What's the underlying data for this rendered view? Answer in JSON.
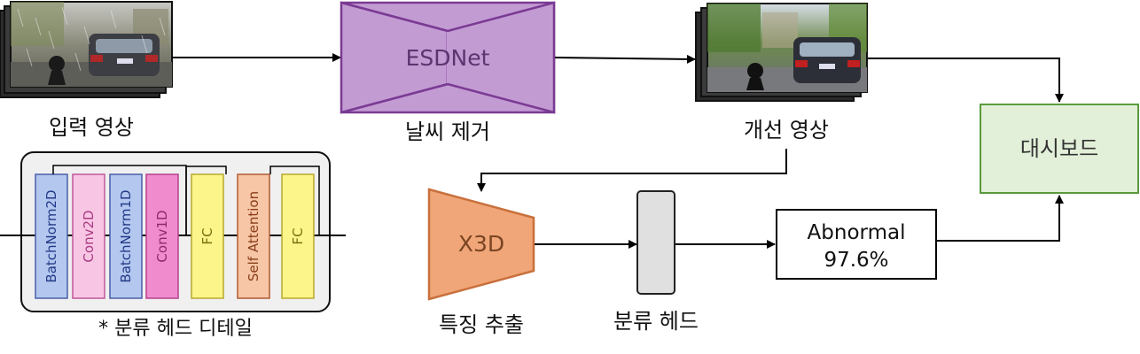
{
  "input": {
    "caption": "입력 영상",
    "image_alt": "rainy street scene with car"
  },
  "weather_removal": {
    "model": "ESDNet",
    "caption": "날씨 제거"
  },
  "enhanced": {
    "caption": "개선 영상",
    "image_alt": "clear street scene with car"
  },
  "dashboard": {
    "label": "대시보드"
  },
  "feature": {
    "model": "X3D",
    "caption": "특징 추출"
  },
  "head": {
    "caption": "분류 헤드"
  },
  "result": {
    "line1": "Abnormal",
    "line2": "97.6%"
  },
  "detail": {
    "caption": "* 분류 헤드 디테일",
    "layers": [
      {
        "label": "BatchNorm2D",
        "fill": "#b4c7ef",
        "stroke": "#4a5fa8",
        "text": "#223a88"
      },
      {
        "label": "Conv2D",
        "fill": "#f8c6e4",
        "stroke": "#c0579a",
        "text": "#a83b82"
      },
      {
        "label": "BatchNorm1D",
        "fill": "#b4c7ef",
        "stroke": "#4a5fa8",
        "text": "#223a88"
      },
      {
        "label": "Conv1D",
        "fill": "#f08ccd",
        "stroke": "#b8408e",
        "text": "#8e2a6c"
      },
      {
        "label": "FC",
        "fill": "#fbf58a",
        "stroke": "#b8a92a",
        "text": "#7a6e10"
      },
      {
        "label": "Self Attention",
        "fill": "#f6c6a6",
        "stroke": "#b05a30",
        "text": "#8a3d18"
      },
      {
        "label": "FC",
        "fill": "#fbf58a",
        "stroke": "#b8a92a",
        "text": "#7a6e10"
      }
    ]
  },
  "colors": {
    "esdnet_fill": "#c39bd3",
    "esdnet_stroke": "#7a3b93",
    "x3d_fill": "#f0a678",
    "x3d_stroke": "#c9703c",
    "dashboard_fill": "#e2f0d9",
    "dashboard_stroke": "#5b9a3c",
    "head_fill": "#e0e0e0"
  }
}
